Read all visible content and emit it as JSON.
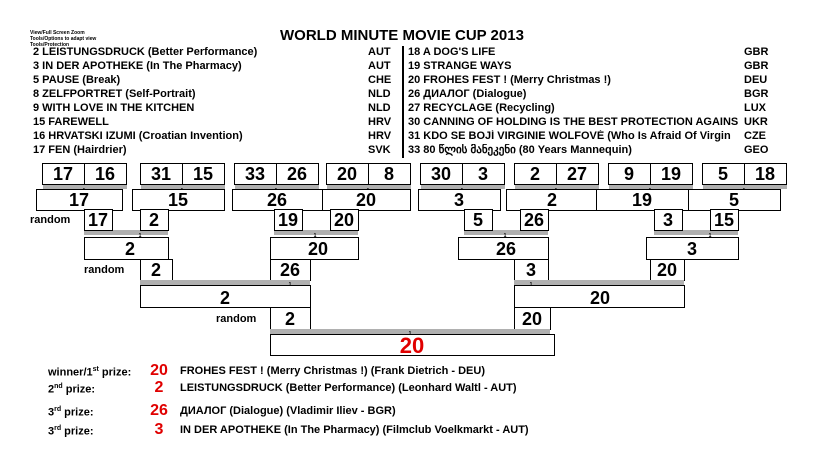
{
  "hint": [
    "View/Full Screen Zoom",
    "Tools/Options to adapt view",
    "Tools/Protection"
  ],
  "title": "WORLD MINUTE MOVIE CUP 2013",
  "left_entries": [
    {
      "label": "2 LEISTUNGSDRUCK (Better Performance)",
      "country": "AUT"
    },
    {
      "label": "3 IN DER APOTHEKE (In The Pharmacy)",
      "country": "AUT"
    },
    {
      "label": "5 PAUSE (Break)",
      "country": "CHE"
    },
    {
      "label": "8 ZELFPORTRET (Self-Portrait)",
      "country": "NLD"
    },
    {
      "label": "9 WITH LOVE IN THE KITCHEN",
      "country": "NLD"
    },
    {
      "label": "15 FAREWELL",
      "country": "HRV"
    },
    {
      "label": "16 HRVATSKI IZUMI (Croatian Invention)",
      "country": "HRV"
    },
    {
      "label": "17 FEN (Hairdrier)",
      "country": "SVK"
    }
  ],
  "right_entries": [
    {
      "label": "18 A DOG'S LIFE",
      "country": "GBR"
    },
    {
      "label": "19 STRANGE WAYS",
      "country": "GBR"
    },
    {
      "label": "20 FROHES FEST ! (Merry Christmas !)",
      "country": "DEU"
    },
    {
      "label": "26 ДИАЛОГ (Dialogue)",
      "country": "BGR"
    },
    {
      "label": "27 RECYCLAGE (Recycling)",
      "country": "LUX"
    },
    {
      "label": "30 CANNING OF HOLDING IS THE BEST PROTECTION AGAINS",
      "country": "UKR"
    },
    {
      "label": "31 KDO SE BOJÍ VIRGINIE WOLFOVÉ (Who Is Afraid Of Virgin",
      "country": "CZE"
    },
    {
      "label": "33 80 წლის მანეკენი (80 Years Mannequin)",
      "country": "GEO"
    }
  ],
  "bracket": {
    "round1_pairs": [
      [
        17,
        16
      ],
      [
        31,
        15
      ],
      [
        33,
        26
      ],
      [
        20,
        8
      ],
      [
        30,
        3
      ],
      [
        2,
        27
      ],
      [
        9,
        19
      ],
      [
        5,
        18
      ]
    ],
    "tick": "1",
    "round1_winners": [
      17,
      15,
      26,
      20,
      3,
      2,
      19,
      5
    ],
    "random_label": "random",
    "round2_pairs": [
      [
        17,
        2
      ],
      [
        19,
        20
      ],
      [
        5,
        26
      ],
      [
        3,
        15
      ]
    ],
    "round2_winners": [
      2,
      20,
      26,
      3
    ],
    "round3_pairs": [
      [
        2,
        26
      ],
      [
        3,
        20
      ]
    ],
    "round3_winners": [
      2,
      20
    ],
    "final_pair": [
      2,
      20
    ],
    "champion": 20
  },
  "prizes": [
    {
      "label": "winner/1",
      "sup": "st",
      "suffix": " prize:",
      "num": "20",
      "text": "FROHES FEST ! (Merry Christmas !) (Frank Dietrich  - DEU)"
    },
    {
      "label": "2",
      "sup": "nd",
      "suffix": " prize:",
      "num": "2",
      "text": "LEISTUNGSDRUCK (Better Performance) (Leonhard Waltl - AUT)"
    },
    {
      "label": "3",
      "sup": "rd",
      "suffix": " prize:",
      "num": "26",
      "text": "ДИАЛОГ (Dialogue) (Vladimir Iliev - BGR)"
    },
    {
      "label": "3",
      "sup": "rd",
      "suffix": " prize:",
      "num": "3",
      "text": "IN DER APOTHEKE (In The Pharmacy) (Filmclub Voelkmarkt - AUT)"
    }
  ],
  "colors": {
    "champion": "#e00000",
    "tick_bar": "#b0b0b0",
    "border": "#000000"
  }
}
